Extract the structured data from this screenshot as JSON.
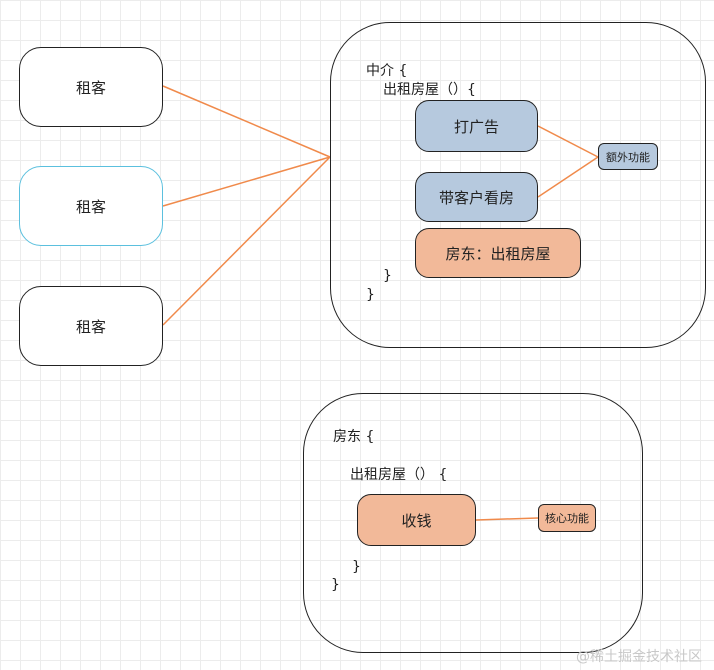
{
  "tenants": [
    "租客",
    "租客",
    "租客"
  ],
  "agent": {
    "header": "中介 {",
    "method": "出租房屋（）{",
    "item1": "打广告",
    "item2": "带客户看房",
    "item3": "房东：出租房屋",
    "close_inner": "}",
    "close_outer": "}",
    "extra_tag": "额外功能"
  },
  "landlord": {
    "header": "房东 {",
    "method": "出租房屋（） {",
    "item": "收钱",
    "close_inner": "}",
    "close_outer": "}",
    "core_tag": "核心功能"
  },
  "colors": {
    "connector": "#f08a4b",
    "blue_fill": "#b6c9de",
    "orange_fill": "#f2b999",
    "selected_border": "#5bc0de"
  },
  "watermark": "@稀土掘金技术社区"
}
